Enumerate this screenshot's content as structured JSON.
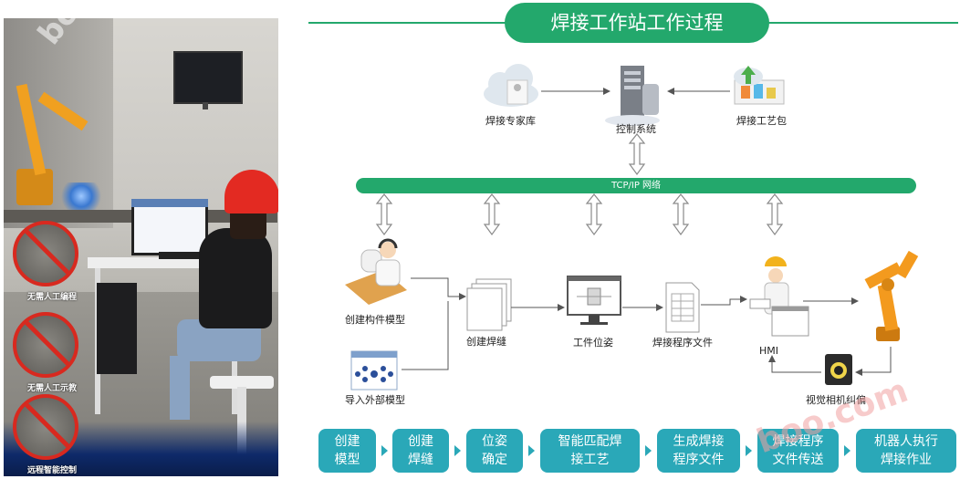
{
  "title": "焊接工作站工作过程",
  "photo": {
    "watermark": "boo.com",
    "badges": [
      "无需人工编程",
      "无需人工示教",
      "远程智能控制"
    ]
  },
  "top_nodes": {
    "expert_db": "焊接专家库",
    "control_system": "控制系统",
    "process_pack": "焊接工艺包"
  },
  "network_label": "TCP/IP 网络",
  "flow_nodes": {
    "create_model": "创建构件模型",
    "import_model": "导入外部模型",
    "create_weld": "创建焊缝",
    "workpiece_pose": "工件位姿",
    "program_file": "焊接程序文件",
    "hmi": "HMI",
    "vision": "视觉相机纠偏"
  },
  "steps": [
    "创建\n模型",
    "创建\n焊缝",
    "位姿\n确定",
    "智能匹配焊\n接工艺",
    "生成焊接\n程序文件",
    "焊接程序\n文件传送",
    "机器人执行\n焊接作业"
  ],
  "watermark2": "boo.com",
  "colors": {
    "green": "#23a86c",
    "teal": "#2aa8b8",
    "red": "#d8291f"
  }
}
